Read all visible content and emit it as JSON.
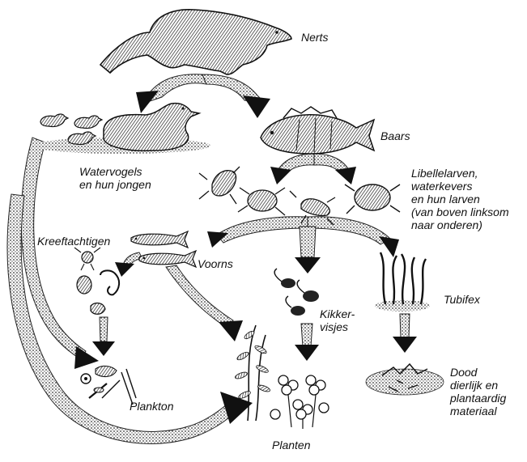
{
  "labels": {
    "nerts": "Nerts",
    "baars": "Baars",
    "watervogels": [
      "Watervogels",
      "en hun jongen"
    ],
    "libellelarven": [
      "Libellelarven,",
      "waterkevers",
      "en hun larven",
      "(van boven linksom",
      "naar onderen)"
    ],
    "kreeftachtigen": "Kreeftachtigen",
    "voorns": "Voorns",
    "kikkervisjes": [
      "Kikker-",
      "visjes"
    ],
    "tubifex": "Tubifex",
    "dood": [
      "Dood",
      "dierlijk en",
      "plantaardig",
      "materiaal"
    ],
    "plankton": "Plankton",
    "planten": "Planten"
  },
  "icons": {
    "mink": "mink-icon",
    "perch": "perch-icon",
    "waterbirds": "duck-with-ducklings-icon",
    "insect_larvae": "dragonfly-larva-and-water-beetle-icon",
    "crustaceans": "crustacean-icon",
    "minnows": "minnow-fish-icon",
    "tadpoles": "tadpole-icon",
    "tubifex_worms": "tubifex-worm-icon",
    "detritus": "dead-organic-matter-icon",
    "plankton": "plankton-icon",
    "plants": "water-plant-icon"
  },
  "colors": {
    "ink": "#111111",
    "arrow_fill": "#222222",
    "paper": "#ffffff"
  }
}
